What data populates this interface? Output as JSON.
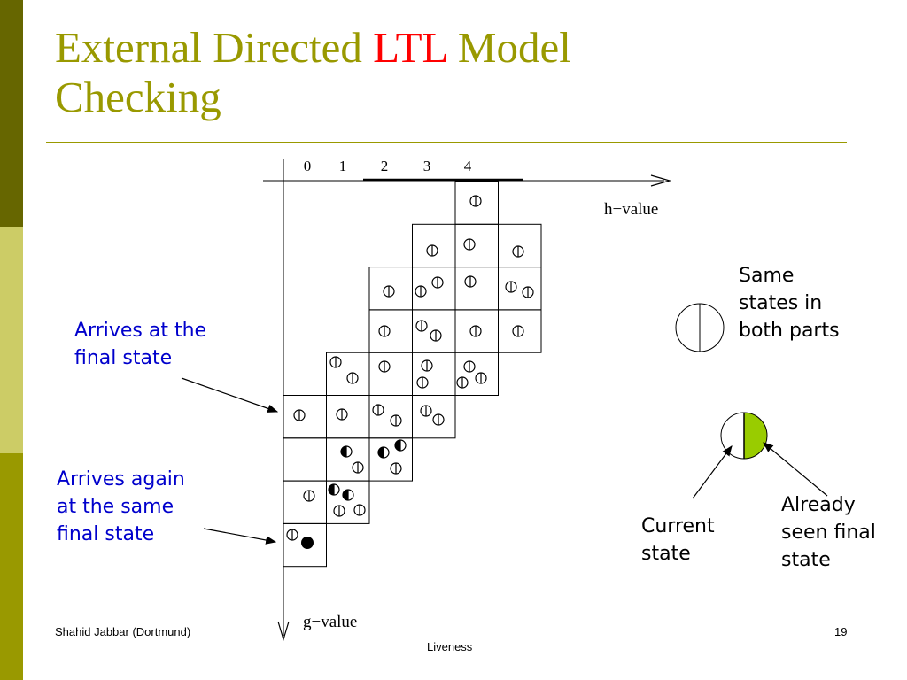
{
  "slide": {
    "title_part1": "External Directed ",
    "title_highlight": "LTL",
    "title_part2": " Model",
    "title_line2": "Checking",
    "colors": {
      "title": "#999900",
      "highlight": "#ff0000",
      "blue_text": "#0000cc",
      "green_fill": "#99cc00"
    }
  },
  "diagram": {
    "column_numbers": [
      "0",
      "1",
      "2",
      "3",
      "4"
    ],
    "h_axis_label": "h−value",
    "g_axis_label": "g−value",
    "legend_same_states": "Same states in both parts",
    "label_current_state": "Current state",
    "label_already_seen": "Already seen final state"
  },
  "annotations": {
    "arrives_final": "Arrives at the final state",
    "arrives_again": "Arrives again at the same final state"
  },
  "footer": {
    "author": "Shahid Jabbar (Dortmund)",
    "page_number": "19",
    "topic": "Liveness"
  }
}
